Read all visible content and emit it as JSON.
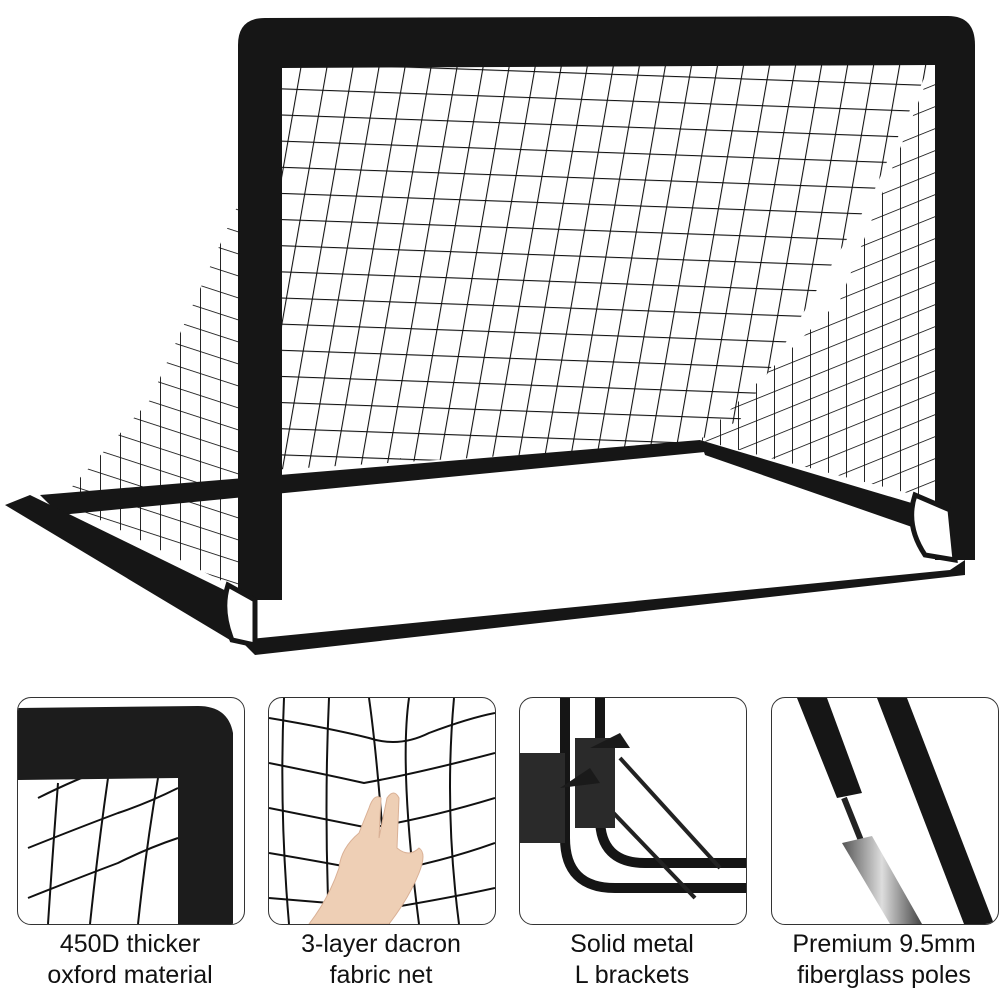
{
  "hero": {
    "subject": "pop-up soccer goal",
    "colors": {
      "frame": "#161616",
      "net": "#111111",
      "background": "#ffffff"
    }
  },
  "features": [
    {
      "id": "oxford",
      "icon": "fabric-corner-icon",
      "caption_line1": "450D thicker",
      "caption_line2": "oxford material"
    },
    {
      "id": "net",
      "icon": "net-hand-icon",
      "caption_line1": "3-layer dacron",
      "caption_line2": "fabric net"
    },
    {
      "id": "brackets",
      "icon": "metal-bracket-icon",
      "caption_line1": "Solid metal",
      "caption_line2": "L brackets"
    },
    {
      "id": "poles",
      "icon": "fiberglass-pole-icon",
      "caption_line1": "Premium 9.5mm",
      "caption_line2": "fiberglass poles"
    }
  ]
}
